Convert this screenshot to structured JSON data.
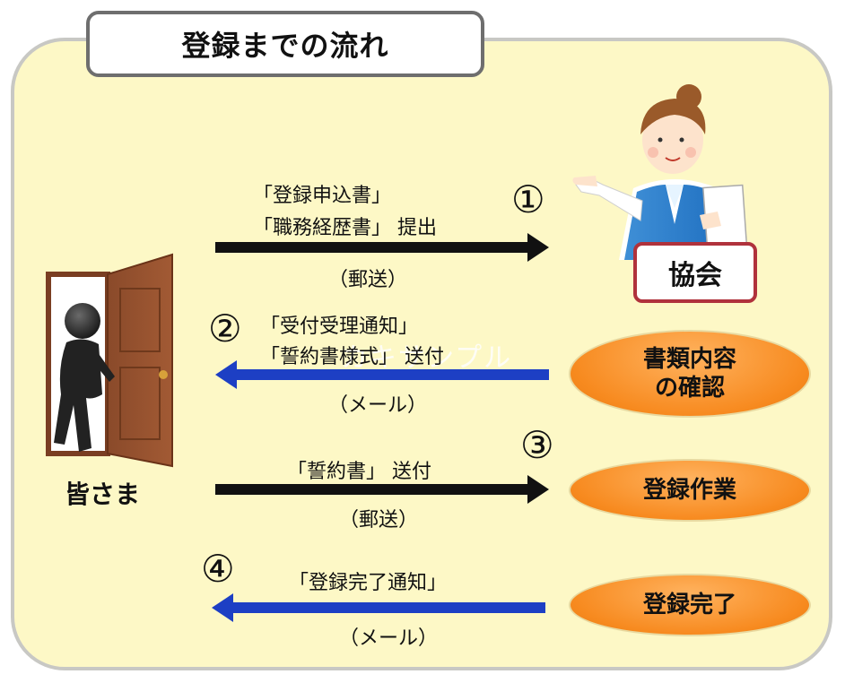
{
  "title": "登録までの流れ",
  "people": {
    "user_label": "皆さま",
    "association_label": "協会"
  },
  "steps": [
    {
      "number": "①",
      "line1": "「登録申込書」",
      "line2": "「職務経歴書」 提出",
      "method": "（郵送）",
      "direction": "right",
      "color": "#111111"
    },
    {
      "number": "②",
      "line1": "「受付受理通知」",
      "line2": "「誓約書様式」 送付",
      "method": "（メール）",
      "direction": "left",
      "color": "#1d3fc4"
    },
    {
      "number": "③",
      "line1": "「誓約書」 送付",
      "method": "（郵送）",
      "direction": "right",
      "color": "#111111"
    },
    {
      "number": "④",
      "line1": "「登録完了通知」",
      "method": "（メール）",
      "direction": "left",
      "color": "#1d3fc4"
    }
  ],
  "stages": {
    "review": "書類内容\nの確認",
    "registration": "登録作業",
    "complete": "登録完了"
  },
  "watermark": "カキサンプル"
}
